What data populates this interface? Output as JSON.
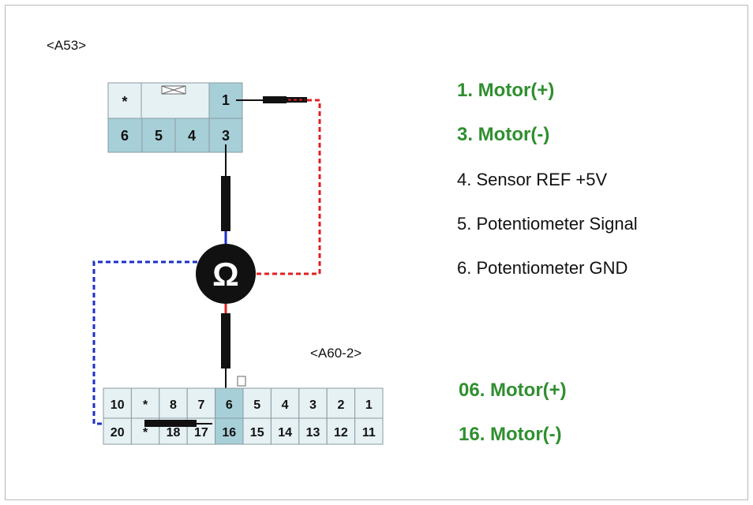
{
  "connectors": {
    "a53": {
      "label": "<A53>",
      "top_row": [
        "*",
        "",
        "1"
      ],
      "bottom_row": [
        "6",
        "5",
        "4",
        "3"
      ]
    },
    "a60": {
      "label": "<A60-2>",
      "top_row": [
        "10",
        "*",
        "8",
        "7",
        "6",
        "5",
        "4",
        "3",
        "2",
        "1"
      ],
      "bottom_row": [
        "20",
        "*",
        "18",
        "17",
        "16",
        "15",
        "14",
        "13",
        "12",
        "11"
      ]
    }
  },
  "meter": {
    "symbol": "Ω"
  },
  "legend_a53": [
    "1. Motor(+)",
    "3. Motor(-)",
    "4. Sensor REF +5V",
    "5. Potentiometer Signal",
    "6. Potentiometer GND"
  ],
  "legend_a60": [
    "06. Motor(+)",
    "16. Motor(-)"
  ],
  "colors": {
    "cell": "#e6f1f4",
    "cell_highlight": "#a7cfd8",
    "cell_border": "#8a9ba1",
    "probe_red": "#e02020",
    "probe_blue": "#1a2fc8",
    "legend_green": "#2f8f2f"
  }
}
